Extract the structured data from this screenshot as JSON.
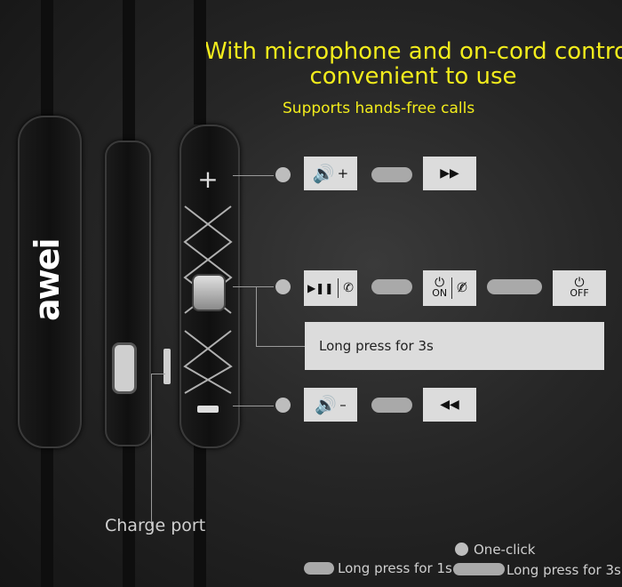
{
  "headline_line1": "With microphone and on-cord control,",
  "headline_line2": "convenient to use",
  "subheadline": "Supports hands-free calls",
  "brand": "awei",
  "controls": {
    "plus_symbol": "+",
    "minus_symbol": "–",
    "on_label": "ON",
    "off_label": "OFF"
  },
  "note": "Long press for 3s",
  "charge_port_label": "Charge port",
  "legend": {
    "one_click": "One-click",
    "long_press_1s": "Long press for 1s",
    "long_press_3s": "Long press for 3s"
  }
}
